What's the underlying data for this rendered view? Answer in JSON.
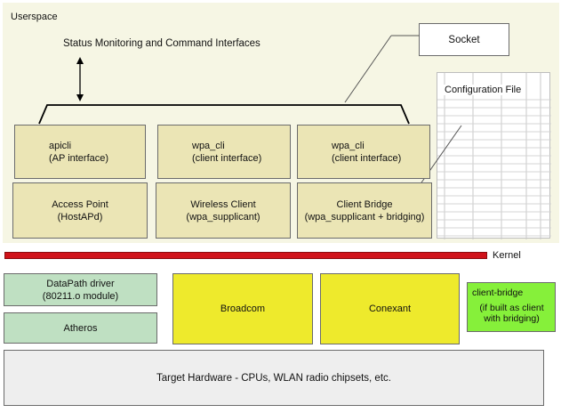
{
  "regions": {
    "userspace_label": "Userspace",
    "kernel_label": "Kernel"
  },
  "status_monitoring": "Status Monitoring and Command Interfaces",
  "socket": "Socket",
  "configuration_file": "Configuration File",
  "interfaces": [
    {
      "label": "apicli\n(AP interface)"
    },
    {
      "label": "wpa_cli\n(client interface)"
    },
    {
      "label": "wpa_cli\n(client interface)"
    }
  ],
  "daemons": [
    {
      "label": "Access Point\n(HostAPd)"
    },
    {
      "label": "Wireless Client\n(wpa_supplicant)"
    },
    {
      "label": "Client Bridge\n(wpa_supplicant + bridging)"
    }
  ],
  "kernel": {
    "datapath": "DataPath driver\n(80211.o module)",
    "atheros": "Atheros",
    "broadcom": "Broadcom",
    "conexant": "Conexant",
    "client_bridge": "client-bridge",
    "client_bridge_note": "(if built as client\nwith bridging)"
  },
  "hardware": "Target Hardware - CPUs, WLAN radio chipsets, etc.",
  "colors": {
    "userspace_bg": "#f6f6e4",
    "module_tan": "#ebe5b5",
    "kernel_bar": "#d0121a",
    "driver_green": "#bfe0c2",
    "vendor_yellow": "#eeea2c",
    "bridge_lime": "#86f03a",
    "hardware_gray": "#eeeeee"
  }
}
